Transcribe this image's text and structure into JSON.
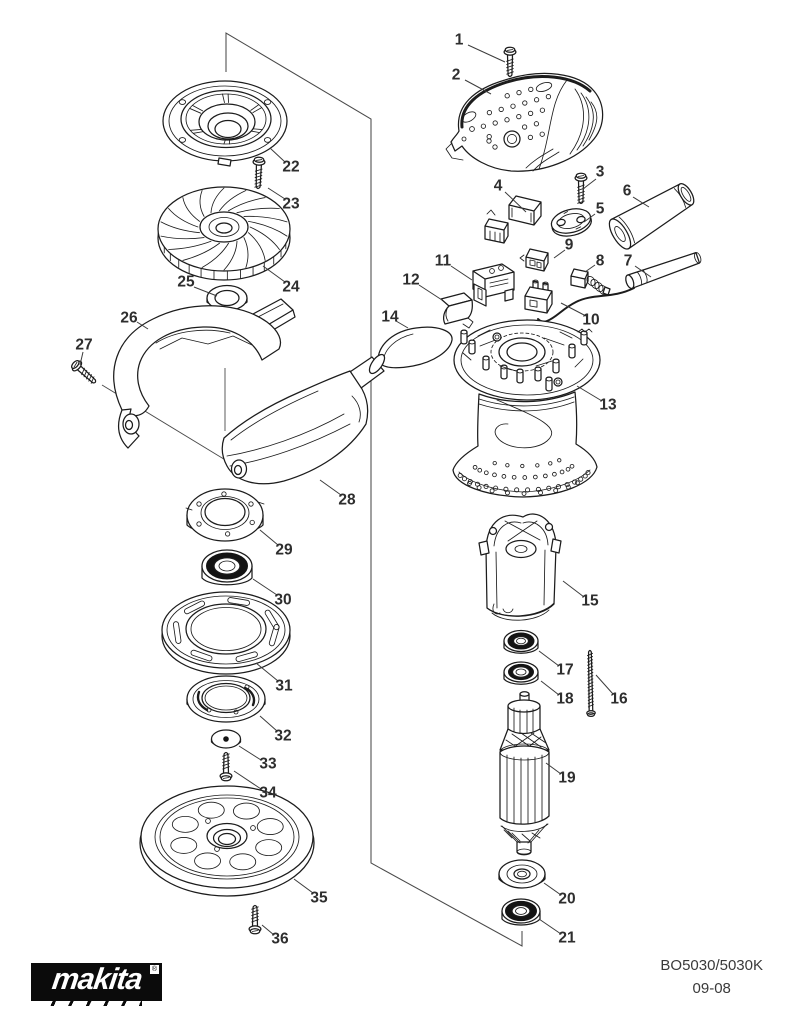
{
  "meta": {
    "background": "#ffffff",
    "line_color": "#1c1c1c",
    "label_color": "#2e2e2e",
    "leader_color": "#3c3c3c"
  },
  "footer": {
    "brand": "makita",
    "registered": "®",
    "model": "BO5030/5030K",
    "date": "09-08"
  },
  "diagram": {
    "parts": [
      {
        "num": "1",
        "label": [
          459,
          40
        ],
        "leader": [
          468,
          45,
          505,
          62
        ]
      },
      {
        "num": "2",
        "label": [
          456,
          75
        ],
        "leader": [
          465,
          80,
          491,
          94
        ]
      },
      {
        "num": "3",
        "label": [
          600,
          172
        ],
        "leader": [
          596,
          179,
          583,
          189
        ]
      },
      {
        "num": "4",
        "label": [
          498,
          186
        ],
        "leader": [
          505,
          192,
          526,
          212
        ]
      },
      {
        "num": "5",
        "label": [
          600,
          209
        ],
        "leader": [
          595,
          214,
          584,
          222
        ]
      },
      {
        "num": "6",
        "label": [
          627,
          191
        ],
        "leader": [
          633,
          197,
          649,
          207
        ]
      },
      {
        "num": "7",
        "label": [
          628,
          261
        ],
        "leader": [
          635,
          266,
          651,
          277
        ]
      },
      {
        "num": "8",
        "label": [
          600,
          261
        ],
        "leader": [
          595,
          265,
          585,
          272
        ]
      },
      {
        "num": "9",
        "label": [
          569,
          245
        ],
        "leader": [
          565,
          250,
          554,
          258
        ]
      },
      {
        "num": "10",
        "label": [
          591,
          320
        ],
        "leader": [
          586,
          316,
          561,
          303
        ]
      },
      {
        "num": "11",
        "label": [
          443,
          261
        ],
        "leader": [
          451,
          266,
          472,
          280
        ]
      },
      {
        "num": "12",
        "label": [
          411,
          280
        ],
        "leader": [
          419,
          285,
          442,
          300
        ]
      },
      {
        "num": "13",
        "label": [
          608,
          405
        ],
        "leader": [
          602,
          401,
          577,
          386
        ]
      },
      {
        "num": "14",
        "label": [
          390,
          317
        ],
        "leader": [
          396,
          321,
          408,
          328
        ]
      },
      {
        "num": "15",
        "label": [
          590,
          601
        ],
        "leader": [
          584,
          597,
          563,
          581
        ]
      },
      {
        "num": "16",
        "label": [
          619,
          699
        ],
        "leader": [
          613,
          694,
          596,
          675
        ]
      },
      {
        "num": "17",
        "label": [
          565,
          670
        ],
        "leader": [
          559,
          666,
          539,
          651
        ]
      },
      {
        "num": "18",
        "label": [
          565,
          699
        ],
        "leader": [
          559,
          695,
          541,
          681
        ]
      },
      {
        "num": "19",
        "label": [
          567,
          778
        ],
        "leader": [
          561,
          774,
          546,
          763
        ]
      },
      {
        "num": "20",
        "label": [
          567,
          899
        ],
        "leader": [
          561,
          895,
          544,
          883
        ]
      },
      {
        "num": "21",
        "label": [
          567,
          938
        ],
        "leader": [
          561,
          934,
          539,
          919
        ]
      },
      {
        "num": "22",
        "label": [
          291,
          167
        ],
        "leader": [
          285,
          162,
          270,
          148
        ]
      },
      {
        "num": "23",
        "label": [
          291,
          204
        ],
        "leader": [
          285,
          199,
          268,
          188
        ]
      },
      {
        "num": "24",
        "label": [
          291,
          287
        ],
        "leader": [
          285,
          282,
          263,
          266
        ]
      },
      {
        "num": "25",
        "label": [
          186,
          282
        ],
        "leader": [
          194,
          287,
          217,
          296
        ]
      },
      {
        "num": "26",
        "label": [
          129,
          318
        ],
        "leader": [
          137,
          322,
          148,
          329
        ]
      },
      {
        "num": "27",
        "label": [
          84,
          345
        ],
        "leader": [
          83,
          352,
          80,
          365
        ]
      },
      {
        "num": "28",
        "label": [
          347,
          500
        ],
        "leader": [
          341,
          495,
          320,
          480
        ]
      },
      {
        "num": "29",
        "label": [
          284,
          550
        ],
        "leader": [
          278,
          545,
          260,
          530
        ]
      },
      {
        "num": "30",
        "label": [
          283,
          600
        ],
        "leader": [
          277,
          595,
          253,
          579
        ]
      },
      {
        "num": "31",
        "label": [
          284,
          686
        ],
        "leader": [
          278,
          681,
          256,
          663
        ]
      },
      {
        "num": "32",
        "label": [
          283,
          736
        ],
        "leader": [
          277,
          731,
          260,
          716
        ]
      },
      {
        "num": "33",
        "label": [
          268,
          764
        ],
        "leader": [
          261,
          760,
          239,
          746
        ]
      },
      {
        "num": "34",
        "label": [
          268,
          793
        ],
        "leader": [
          261,
          789,
          234,
          771
        ]
      },
      {
        "num": "35",
        "label": [
          319,
          898
        ],
        "leader": [
          313,
          893,
          294,
          879
        ]
      },
      {
        "num": "36",
        "label": [
          280,
          939
        ],
        "leader": [
          274,
          935,
          262,
          925
        ]
      }
    ]
  }
}
